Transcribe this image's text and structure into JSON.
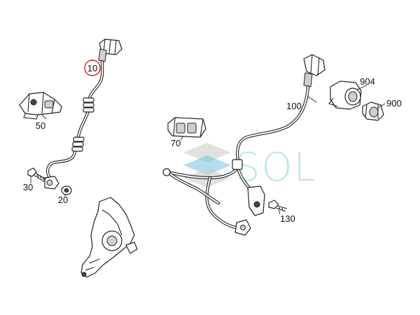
{
  "watermark": {
    "text": "SOL",
    "colors": {
      "text": "#9fd4e4",
      "stripe_blue": "#5fb6d6",
      "stripe_grey": "#c4c4c4"
    }
  },
  "callouts": [
    {
      "id": "10",
      "label": "10",
      "circled": true
    },
    {
      "id": "20",
      "label": "20"
    },
    {
      "id": "30",
      "label": "30"
    },
    {
      "id": "50",
      "label": "50"
    },
    {
      "id": "70",
      "label": "70"
    },
    {
      "id": "100",
      "label": "100"
    },
    {
      "id": "130",
      "label": "130"
    },
    {
      "id": "900",
      "label": "900"
    },
    {
      "id": "904",
      "label": "904"
    }
  ],
  "colors": {
    "highlight_circle": "#d62020",
    "line": "#222222"
  }
}
